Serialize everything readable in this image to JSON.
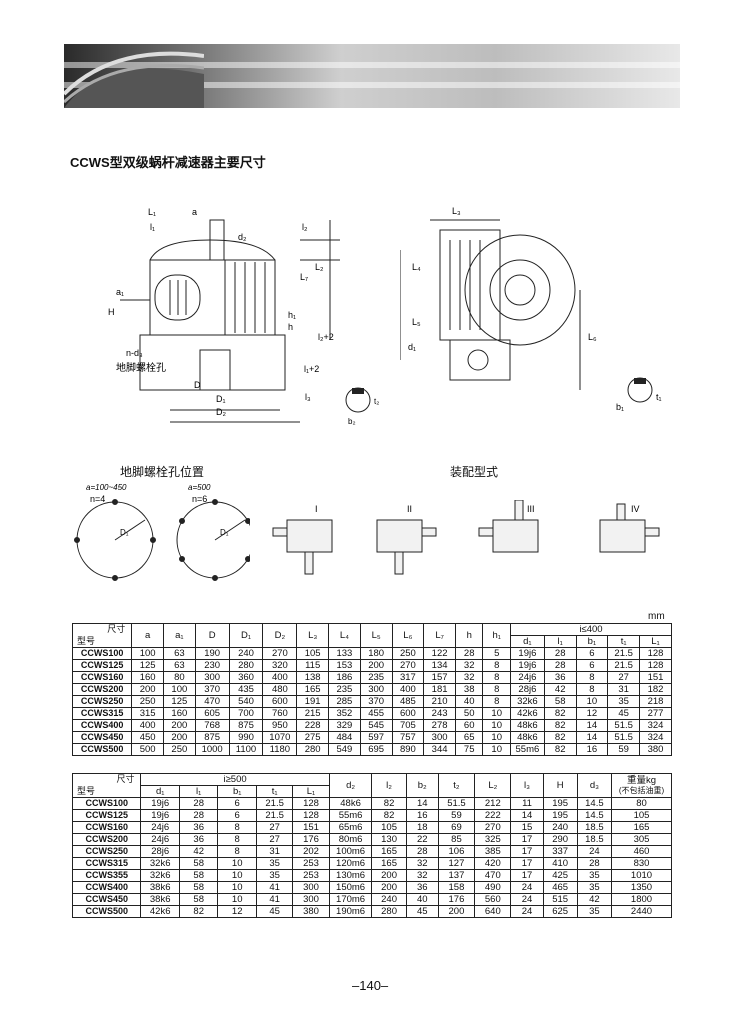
{
  "title": "CCWS型双级蜗杆减速器主要尺寸",
  "figures": {
    "bolt_hole_caption": "地脚螺栓孔位置",
    "assembly_caption": "装配型式",
    "anchor_label": "地脚螺栓孔",
    "bolt_a": {
      "range": "a=100~450",
      "n": "n=4"
    },
    "bolt_b": {
      "range": "a=500",
      "n": "n=6"
    },
    "assembly_types": [
      "I",
      "II",
      "III",
      "IV"
    ],
    "dim_labels": [
      "L₁",
      "l₁",
      "a",
      "d₂",
      "l₂",
      "L₂",
      "L₇",
      "H",
      "a₁",
      "h₁",
      "h",
      "l₂+2",
      "n-d₃",
      "D",
      "D₁",
      "D₂",
      "l₁+2",
      "l₃",
      "L₃",
      "L₄",
      "L₅",
      "L₆",
      "d₁",
      "b₁",
      "t₁",
      "b₂",
      "t₂",
      "D₁"
    ]
  },
  "unit": "mm",
  "table1": {
    "corner_top": "尺寸",
    "corner_bottom": "型号",
    "group_label": "i≤400",
    "headers": [
      "a",
      "a₁",
      "D",
      "D₁",
      "D₂",
      "L₃",
      "L₄",
      "L₅",
      "L₆",
      "L₇",
      "h",
      "h₁"
    ],
    "sub_headers": [
      "d₁",
      "l₁",
      "b₁",
      "t₁",
      "L₁"
    ],
    "rows": [
      [
        "CCWS100",
        "100",
        "63",
        "190",
        "240",
        "270",
        "105",
        "133",
        "180",
        "250",
        "122",
        "28",
        "5",
        "19j6",
        "28",
        "6",
        "21.5",
        "128"
      ],
      [
        "CCWS125",
        "125",
        "63",
        "230",
        "280",
        "320",
        "115",
        "153",
        "200",
        "270",
        "134",
        "32",
        "8",
        "19j6",
        "28",
        "6",
        "21.5",
        "128"
      ],
      [
        "CCWS160",
        "160",
        "80",
        "300",
        "360",
        "400",
        "138",
        "186",
        "235",
        "317",
        "157",
        "32",
        "8",
        "24j6",
        "36",
        "8",
        "27",
        "151"
      ],
      [
        "CCWS200",
        "200",
        "100",
        "370",
        "435",
        "480",
        "165",
        "235",
        "300",
        "400",
        "181",
        "38",
        "8",
        "28j6",
        "42",
        "8",
        "31",
        "182"
      ],
      [
        "CCWS250",
        "250",
        "125",
        "470",
        "540",
        "600",
        "191",
        "285",
        "370",
        "485",
        "210",
        "40",
        "8",
        "32k6",
        "58",
        "10",
        "35",
        "218"
      ],
      [
        "CCWS315",
        "315",
        "160",
        "605",
        "700",
        "760",
        "215",
        "352",
        "455",
        "600",
        "243",
        "50",
        "10",
        "42k6",
        "82",
        "12",
        "45",
        "277"
      ],
      [
        "CCWS400",
        "400",
        "200",
        "768",
        "875",
        "950",
        "228",
        "329",
        "545",
        "705",
        "278",
        "60",
        "10",
        "48k6",
        "82",
        "14",
        "51.5",
        "324"
      ],
      [
        "CCWS450",
        "450",
        "200",
        "875",
        "990",
        "1070",
        "275",
        "484",
        "597",
        "757",
        "300",
        "65",
        "10",
        "48k6",
        "82",
        "14",
        "51.5",
        "324"
      ],
      [
        "CCWS500",
        "500",
        "250",
        "1000",
        "1100",
        "1180",
        "280",
        "549",
        "695",
        "890",
        "344",
        "75",
        "10",
        "55m6",
        "82",
        "16",
        "59",
        "380"
      ]
    ]
  },
  "table2": {
    "corner_top": "尺寸",
    "corner_bottom": "型号",
    "group_label": "i≥500",
    "sub_headers": [
      "d₁",
      "l₁",
      "b₁",
      "t₁",
      "L₁"
    ],
    "headers": [
      "d₂",
      "l₂",
      "b₂",
      "t₂",
      "L₂",
      "l₃",
      "H",
      "d₃"
    ],
    "weight_header": [
      "重量kg",
      "(不包括油重)"
    ],
    "rows": [
      [
        "CCWS100",
        "19j6",
        "28",
        "6",
        "21.5",
        "128",
        "48k6",
        "82",
        "14",
        "51.5",
        "212",
        "11",
        "195",
        "14.5",
        "80"
      ],
      [
        "CCWS125",
        "19j6",
        "28",
        "6",
        "21.5",
        "128",
        "55m6",
        "82",
        "16",
        "59",
        "222",
        "14",
        "195",
        "14.5",
        "105"
      ],
      [
        "CCWS160",
        "24j6",
        "36",
        "8",
        "27",
        "151",
        "65m6",
        "105",
        "18",
        "69",
        "270",
        "15",
        "240",
        "18.5",
        "165"
      ],
      [
        "CCWS200",
        "24j6",
        "36",
        "8",
        "27",
        "176",
        "80m6",
        "130",
        "22",
        "85",
        "325",
        "17",
        "290",
        "18.5",
        "305"
      ],
      [
        "CCWS250",
        "28j6",
        "42",
        "8",
        "31",
        "202",
        "100m6",
        "165",
        "28",
        "106",
        "385",
        "17",
        "337",
        "24",
        "460"
      ],
      [
        "CCWS315",
        "32k6",
        "58",
        "10",
        "35",
        "253",
        "120m6",
        "165",
        "32",
        "127",
        "420",
        "17",
        "410",
        "28",
        "830"
      ],
      [
        "CCWS355",
        "32k6",
        "58",
        "10",
        "35",
        "253",
        "130m6",
        "200",
        "32",
        "137",
        "470",
        "17",
        "425",
        "35",
        "1010"
      ],
      [
        "CCWS400",
        "38k6",
        "58",
        "10",
        "41",
        "300",
        "150m6",
        "200",
        "36",
        "158",
        "490",
        "24",
        "465",
        "35",
        "1350"
      ],
      [
        "CCWS450",
        "38k6",
        "58",
        "10",
        "41",
        "300",
        "170m6",
        "240",
        "40",
        "176",
        "560",
        "24",
        "515",
        "42",
        "1800"
      ],
      [
        "CCWS500",
        "42k6",
        "82",
        "12",
        "45",
        "380",
        "190m6",
        "280",
        "45",
        "200",
        "640",
        "24",
        "625",
        "35",
        "2440"
      ]
    ]
  },
  "page_number": "–140–"
}
